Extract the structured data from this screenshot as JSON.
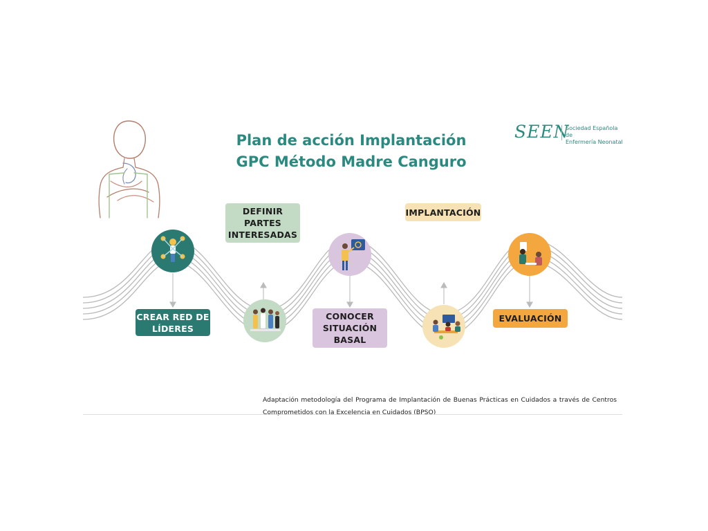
{
  "title": {
    "line1": "Plan de acción Implantación",
    "line2": "GPC Método Madre Canguro"
  },
  "logo": {
    "wordmark": "SEEN",
    "subtitle_line1": "Sociedad Española de",
    "subtitle_line2": "Enfermería Neonatal"
  },
  "steps": [
    {
      "label": "CREAR  RED DE LÍDERES",
      "color": "#2a7a71",
      "icon": "leaders-network-icon"
    },
    {
      "label": "DEFINIR PARTES INTERESADAS",
      "color": "#c3dbc5",
      "icon": "stakeholders-group-icon"
    },
    {
      "label": "CONOCER SITUACIÓN BASAL",
      "color": "#dac5de",
      "icon": "presentation-analysis-icon"
    },
    {
      "label": "IMPLANTACIÓN",
      "color": "#f6e2b4",
      "icon": "team-meeting-icon"
    },
    {
      "label": "EVALUACIÓN",
      "color": "#f5a73f",
      "icon": "evaluation-interview-icon"
    }
  ],
  "caption": "Adaptación metodología del Programa de Implantación de Buenas Prácticas en Cuidados a través de Centros Comprometidos con la Excelencia en Cuidados (BPSO)",
  "colors": {
    "title": "#2b8a80",
    "wave": "#b5b5b5",
    "connector": "#bbbbbb"
  }
}
